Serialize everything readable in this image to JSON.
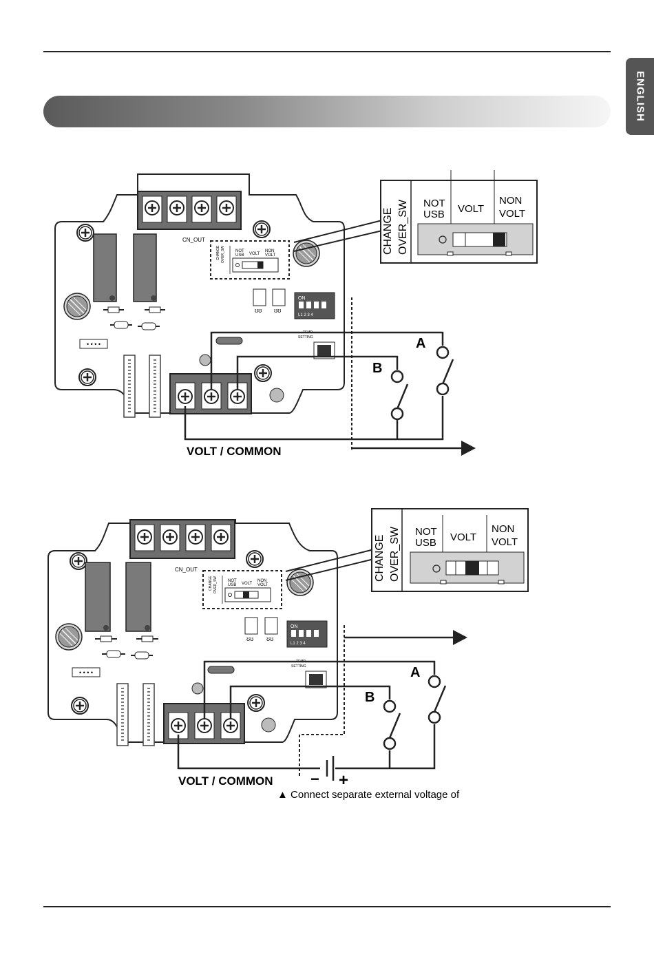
{
  "language_tab": "ENGLISH",
  "diagram1": {
    "callout": {
      "side_label_1": "CHANGE",
      "side_label_2": "OVER_SW",
      "opt_not_1": "NOT",
      "opt_not_2": "USB",
      "opt_volt": "VOLT",
      "opt_non_1": "NON",
      "opt_non_2": "VOLT"
    },
    "board": {
      "cn_out": "CN_OUT",
      "dip_on": "ON",
      "dip_nums": "L1  2  3  4",
      "temp_setting_1": "TEMP",
      "temp_setting_2": "SETTING"
    },
    "switch_a": "A",
    "switch_b": "B",
    "common_label": "VOLT / COMMON"
  },
  "diagram2": {
    "callout": {
      "side_label_1": "CHANGE",
      "side_label_2": "OVER_SW",
      "opt_not_1": "NOT",
      "opt_not_2": "USB",
      "opt_volt": "VOLT",
      "opt_non_1": "NON",
      "opt_non_2": "VOLT"
    },
    "board": {
      "cn_out": "CN_OUT",
      "dip_on": "ON",
      "dip_nums": "L1  2  3  4",
      "temp_setting_1": "TEMP",
      "temp_setting_2": "SETTING"
    },
    "switch_a": "A",
    "switch_b": "B",
    "common_label": "VOLT / COMMON",
    "minus": "−",
    "plus": "+",
    "note": "▲ Connect separate external voltage of"
  }
}
